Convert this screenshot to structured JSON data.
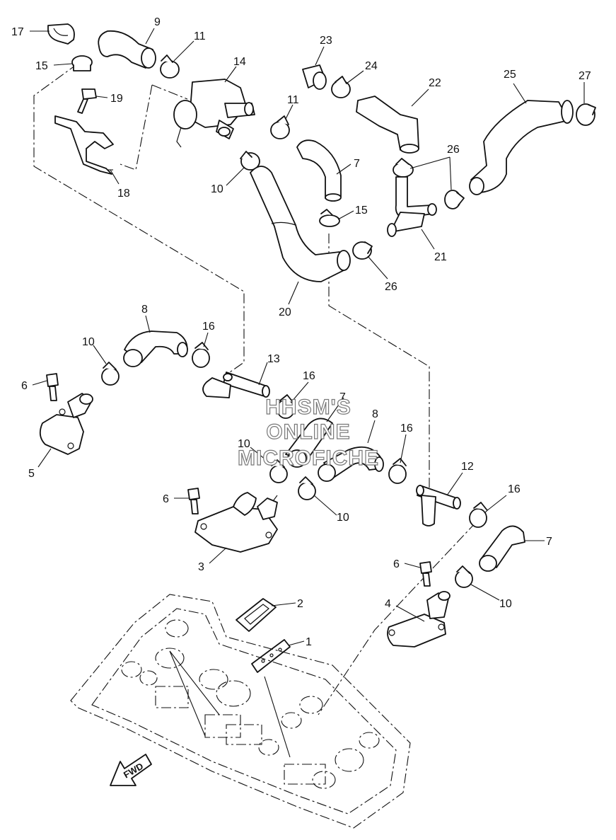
{
  "callouts": [
    {
      "id": "c17",
      "text": "17"
    },
    {
      "id": "c9",
      "text": "9"
    },
    {
      "id": "c11a",
      "text": "11"
    },
    {
      "id": "c15a",
      "text": "15"
    },
    {
      "id": "c14",
      "text": "14"
    },
    {
      "id": "c23",
      "text": "23"
    },
    {
      "id": "c24",
      "text": "24"
    },
    {
      "id": "c22",
      "text": "22"
    },
    {
      "id": "c25",
      "text": "25"
    },
    {
      "id": "c27",
      "text": "27"
    },
    {
      "id": "c19",
      "text": "19"
    },
    {
      "id": "c11b",
      "text": "11"
    },
    {
      "id": "c7a",
      "text": "7"
    },
    {
      "id": "c26a",
      "text": "26"
    },
    {
      "id": "c10a",
      "text": "10"
    },
    {
      "id": "c18",
      "text": "18"
    },
    {
      "id": "c15b",
      "text": "15"
    },
    {
      "id": "c21",
      "text": "21"
    },
    {
      "id": "c26b",
      "text": "26"
    },
    {
      "id": "c20",
      "text": "20"
    },
    {
      "id": "c8a",
      "text": "8"
    },
    {
      "id": "c16a",
      "text": "16"
    },
    {
      "id": "c10b",
      "text": "10"
    },
    {
      "id": "c13",
      "text": "13"
    },
    {
      "id": "c6a",
      "text": "6"
    },
    {
      "id": "c16b",
      "text": "16"
    },
    {
      "id": "c7b",
      "text": "7"
    },
    {
      "id": "c8b",
      "text": "8"
    },
    {
      "id": "c5",
      "text": "5"
    },
    {
      "id": "c16c",
      "text": "16"
    },
    {
      "id": "c10c",
      "text": "10"
    },
    {
      "id": "c12",
      "text": "12"
    },
    {
      "id": "c6b",
      "text": "6"
    },
    {
      "id": "c16d",
      "text": "16"
    },
    {
      "id": "c10d",
      "text": "10"
    },
    {
      "id": "c3",
      "text": "3"
    },
    {
      "id": "c7c",
      "text": "7"
    },
    {
      "id": "c6c",
      "text": "6"
    },
    {
      "id": "c2",
      "text": "2"
    },
    {
      "id": "c4",
      "text": "4"
    },
    {
      "id": "c10e",
      "text": "10"
    },
    {
      "id": "c1",
      "text": "1"
    }
  ],
  "watermark": {
    "line1": "HHSM'S",
    "line2": "ONLINE",
    "line3": "MICROFICHE"
  },
  "fwd_label": "FWD",
  "colors": {
    "ink": "#111111",
    "paper": "#ffffff",
    "watermark_outline": "#777777"
  }
}
